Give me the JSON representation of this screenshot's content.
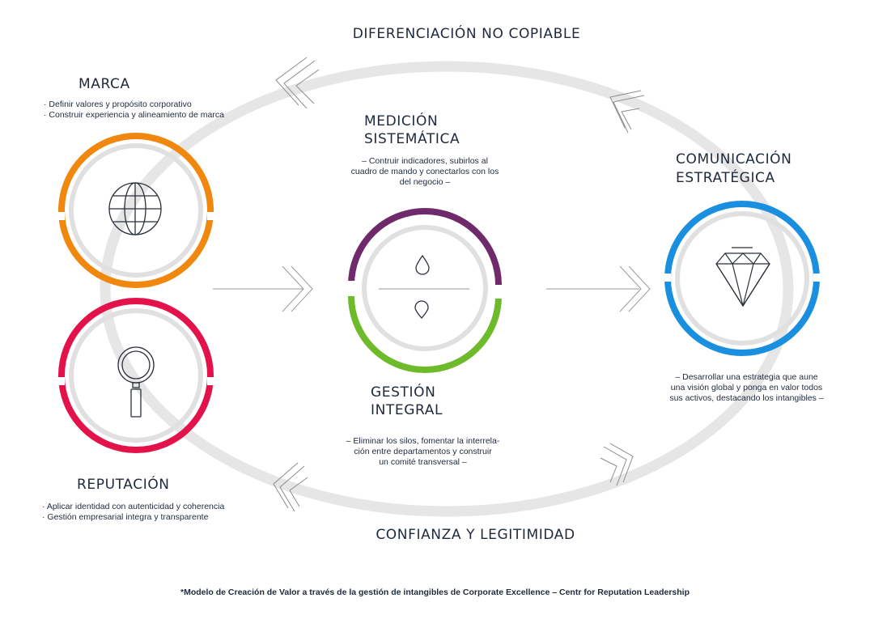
{
  "title_top": "DIFERENCIACIÓN NO COPIABLE",
  "title_bottom": "CONFIANZA Y LEGITIMIDAD",
  "marca": {
    "title": "MARCA",
    "bullets": [
      "Definir valores y propósito corporativo",
      "Construir experiencia y alineamiento de marca"
    ],
    "color": "#f0870e",
    "icon": "globe-icon"
  },
  "reputacion": {
    "title": "REPUTACIÓN",
    "bullets": [
      "Aplicar identidad con autenticidad y coherencia",
      "Gestión empresarial integra y transparente"
    ],
    "color": "#e3124b",
    "icon": "magnifier-icon"
  },
  "medicion": {
    "title_line1": "MEDICIÓN",
    "title_line2": "SISTEMÁTICA",
    "desc_line1": "– Contruir indicadores, subirlos al",
    "desc_line2": "cuadro de mando y conectarlos con los",
    "desc_line3": "del negocio –",
    "color": "#6e2a6b",
    "icon": "drop-icon"
  },
  "gestion": {
    "title_line1": "GESTIÓN",
    "title_line2": "INTEGRAL",
    "desc_line1": "– Eliminar los silos, fomentar la interrela-",
    "desc_line2": "ción entre departamentos y construir",
    "desc_line3": "un comité transversal –",
    "color": "#6dbb2b",
    "icon": "location-pin-icon"
  },
  "comunicacion": {
    "title_line1": "COMUNICACIÓN",
    "title_line2": "ESTRATÉGICA",
    "desc_line1": "– Desarrollar una estrategia que aune",
    "desc_line2": "una visión global y ponga en valor todos",
    "desc_line3": "sus activos, destacando los intangibles –",
    "color": "#1a8fe0",
    "icon": "diamond-icon"
  },
  "footnote": "*Modelo de Creación de Valor a través de la gestión de intangibles de Corporate Excellence – Centr for Reputation Leadership"
}
